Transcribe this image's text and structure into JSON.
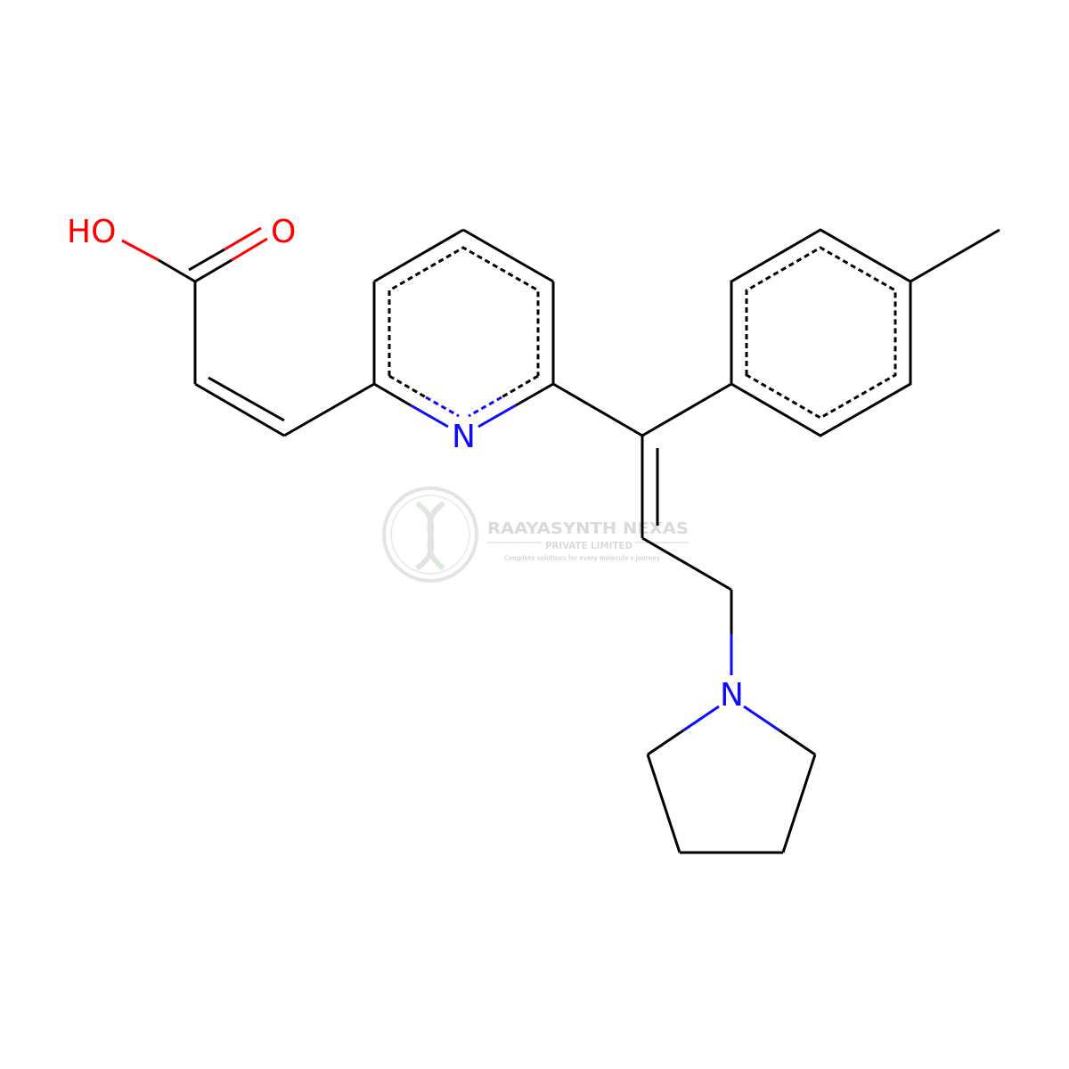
{
  "molecule": {
    "atoms": {
      "hydroxyl": "HO",
      "carbonyl_oxygen": "O",
      "pyridine_nitrogen": "N",
      "pyrrolidine_nitrogen": "N"
    },
    "colors": {
      "bond": "#000000",
      "nitrogen": "#0b0bff",
      "oxygen": "#ff0000"
    }
  },
  "watermark": {
    "company": "RAAYASYNTH NEXAS",
    "subtitle": "PRIVATE LIMITED",
    "tagline": "Complete solutions for every molecule's journey",
    "color": "#d6d6d6"
  }
}
